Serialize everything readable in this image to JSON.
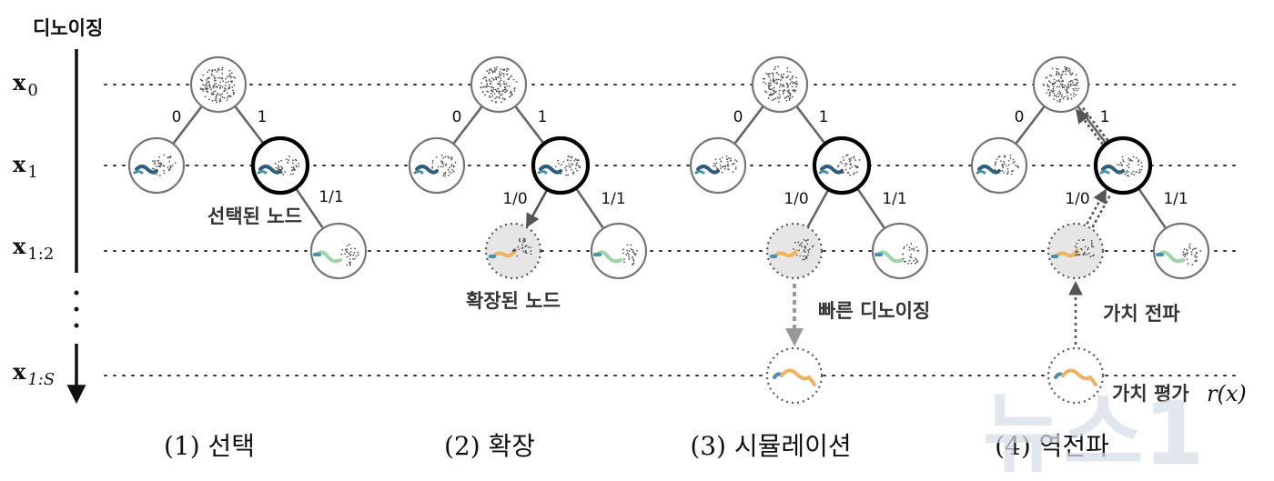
{
  "axis": {
    "title": "디노이징",
    "levels": [
      {
        "sym": "x",
        "sub": "0"
      },
      {
        "sym": "x",
        "sub": "1"
      },
      {
        "sym": "x",
        "sub": "1:2"
      },
      {
        "sym": "x",
        "sub": "1:S"
      }
    ]
  },
  "panels": [
    {
      "caption": "(1) 선택",
      "edge_labels": {
        "left": "0",
        "right": "1",
        "child": "1/1"
      },
      "annotation": "선택된 노드"
    },
    {
      "caption": "(2) 확장",
      "edge_labels": {
        "left": "0",
        "right": "1",
        "child_left": "1/0",
        "child_right": "1/1"
      },
      "annotation": "확장된 노드"
    },
    {
      "caption": "(3) 시뮬레이션",
      "edge_labels": {
        "left": "0",
        "right": "1",
        "child_left": "1/0",
        "child_right": "1/1"
      },
      "annotation": "빠른 디노이징"
    },
    {
      "caption": "(4) 역전파",
      "edge_labels": {
        "left": "0",
        "right": "1",
        "child_left": "1/0",
        "child_right": "1/1"
      },
      "annotation": "가치 전파",
      "value_label": "가치 평가",
      "value_symbol": "r(x)"
    }
  ],
  "watermark": "뉴스1",
  "colors": {
    "node_outline": "#777777",
    "selected_outline": "#000000",
    "expanded_fill": "#e6e6e6",
    "edge": "#666666",
    "arrow": "#999999",
    "seq_blue": "#4a90a8",
    "seq_dark": "#2e5f7a",
    "seq_green": "#9fd4a8",
    "seq_orange": "#f0b260"
  }
}
